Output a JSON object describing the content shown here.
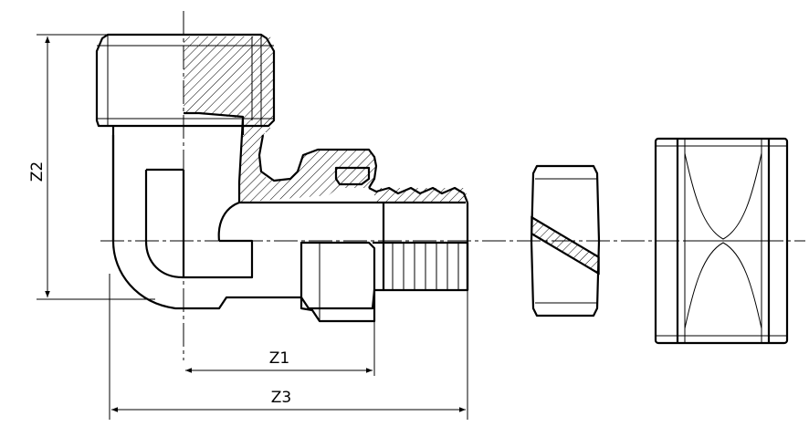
{
  "drawing": {
    "dimension_labels": {
      "z1": "Z1",
      "z2": "Z2",
      "z3": "Z3"
    }
  }
}
